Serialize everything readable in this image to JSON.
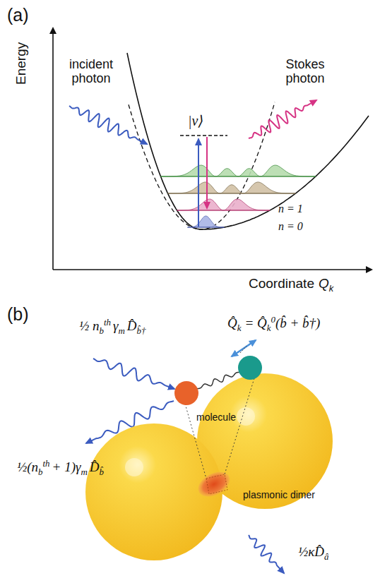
{
  "diagram": {
    "labels": [
      "(a)",
      "Energy",
      "incident photon",
      "Stokes photon",
      "|v⟩",
      "n = 1",
      "n = 0",
      "Coordinate",
      "Q",
      "k",
      "(b)",
      "½ n",
      "b",
      "th",
      "γ",
      "m",
      "D̂",
      "b̂†",
      "Q̂",
      "k",
      "= Q̂",
      "k",
      "0",
      "(b̂ + b̂†)",
      "molecule",
      "½(n",
      "b",
      "th",
      "+ 1)γ",
      "m",
      "D̂",
      "b̂",
      "plasmonic dimer",
      "½κD̂",
      "â"
    ]
  }
}
